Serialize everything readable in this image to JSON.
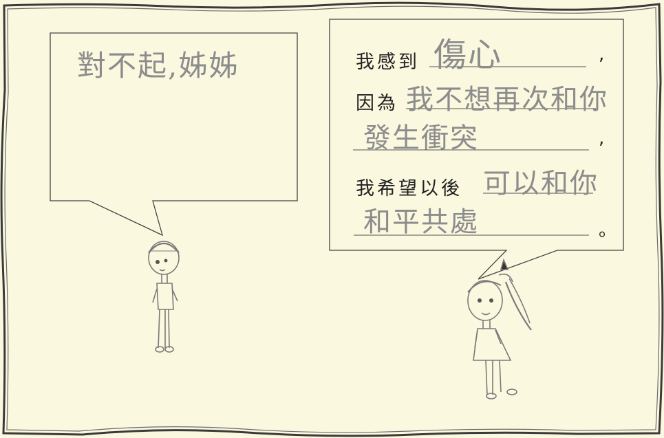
{
  "left_bubble": {
    "speech": "對不起,姊姊"
  },
  "right_bubble": {
    "line1_prefix": "我感到",
    "line1_answer": "傷心",
    "line1_end": ",",
    "line2_prefix": "因為",
    "line2_answer": "我不想再次和你",
    "line3_answer": "發生衝突",
    "line3_end": ",",
    "line4_prefix": "我希望以後",
    "line4_answer": "可以和你",
    "line5_answer": "和平共處",
    "line5_end": "。"
  },
  "colors": {
    "paper": "#fbf8e0",
    "ink": "#222222",
    "pencil": "#8c8c8c"
  }
}
